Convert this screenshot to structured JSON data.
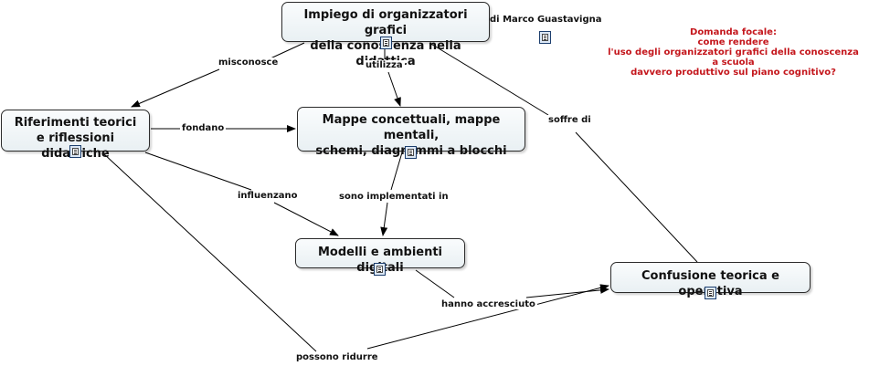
{
  "concepts": {
    "impiego": {
      "line1": "Impiego di organizzatori grafici",
      "line2": "della conoscenza nella didattica"
    },
    "riferimenti": {
      "line1": "Riferimenti teorici",
      "line2": "e riflessioni didattiche"
    },
    "mappe": {
      "line1": "Mappe concettuali, mappe mentali,",
      "line2": "schemi, diagrammi a blocchi"
    },
    "modelli": {
      "line1": "Modelli e ambienti digitali"
    },
    "confusione": {
      "line1": "Confusione teorica e operativa"
    }
  },
  "links": {
    "misconosce": "misconosce",
    "utilizza": "utilizza",
    "fondano": "fondano",
    "soffre_di": "soffre di",
    "influenzano": "influenzano",
    "sono_implementati_in": "sono implementati in",
    "hanno_accresciuto": "hanno accresciuto",
    "possono_ridurre": "possono ridurre"
  },
  "author": "di Marco Guastavigna",
  "focal_question": {
    "line1": "Domanda focale:",
    "line2": "come rendere",
    "line3": "l'uso degli organizzatori grafici della conoscenza",
    "line4": "a scuola",
    "line5": "davvero produttivo sul piano cognitivo?"
  },
  "colors": {
    "focal_text": "#c4161c",
    "node_border": "#2b2b2b",
    "node_fill": "#eef4f6",
    "link_line": "#000000"
  },
  "icons": [
    "document-icon"
  ]
}
